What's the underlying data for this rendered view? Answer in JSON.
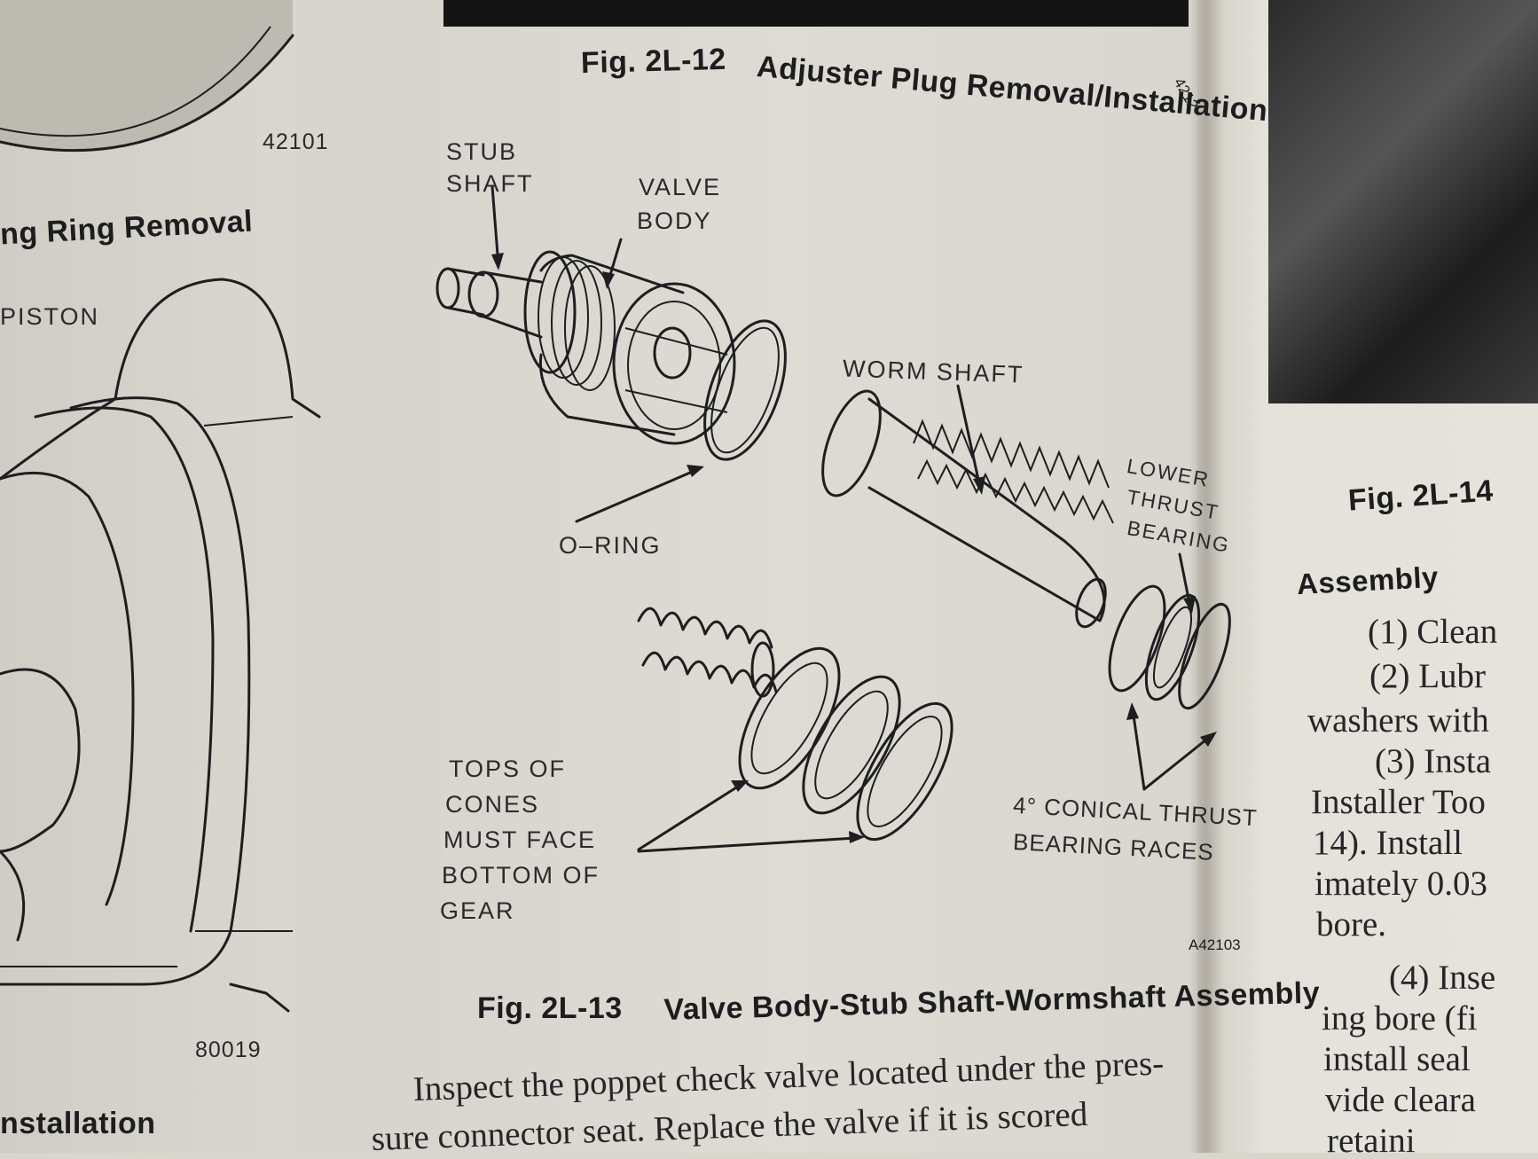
{
  "left_page": {
    "fig_code_top": "42101",
    "caption_fragment": "ng Ring Removal",
    "piston_label": "PISTON",
    "fig_code_bottom": "80019",
    "caption_bottom_fragment": "nstallation"
  },
  "center_page": {
    "fig_top": {
      "number": "Fig. 2L-12",
      "title": "Adjuster Plug Removal/Installation",
      "corner_code": "4212"
    },
    "labels": {
      "stub_shaft_1": "STUB",
      "stub_shaft_2": "SHAFT",
      "valve_body_1": "VALVE",
      "valve_body_2": "BODY",
      "worm_shaft": "WORM SHAFT",
      "lower_thrust_1": "LOWER",
      "lower_thrust_2": "THRUST",
      "lower_thrust_3": "BEARING",
      "o_ring": "O–RING",
      "tops_1": "TOPS OF",
      "tops_2": "CONES",
      "tops_3": "MUST FACE",
      "tops_4": "BOTTOM OF",
      "tops_5": "GEAR",
      "conical_1": "4° CONICAL THRUST",
      "conical_2": "BEARING RACES"
    },
    "diagram_code": "A42103",
    "fig_bottom": {
      "number": "Fig. 2L-13",
      "title": "Valve Body-Stub Shaft-Wormshaft Assembly"
    },
    "body_text_1": "Inspect the poppet check valve located under the pres-",
    "body_text_2": "sure connector seat. Replace the valve if it is scored"
  },
  "right_page": {
    "fig_number": "Fig. 2L-14",
    "section_heading": "Assembly",
    "lines": [
      "(1) Clean",
      "(2) Lubr",
      "washers with",
      "(3) Insta",
      "Installer Too",
      "14). Install",
      "imately 0.03",
      "bore.",
      "(4) Inse",
      "ing bore (fi",
      "install seal",
      "vide cleara",
      "retaini"
    ]
  }
}
